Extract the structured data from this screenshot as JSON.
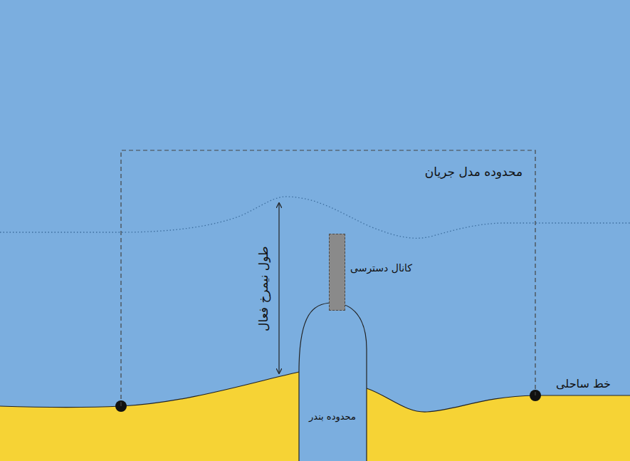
{
  "diagram": {
    "nodes": [
      {
        "text": [
          "محدوده مدل جریان"
        ]
      },
      {
        "text": [
          "کانال دسترسی"
        ],
        "in": 0
      },
      {
        "text": [
          "محدوده بندر"
        ]
      }
    ],
    "labels": [
      "طول نیمرخ فعال",
      "خط ساحلی"
    ]
  }
}
